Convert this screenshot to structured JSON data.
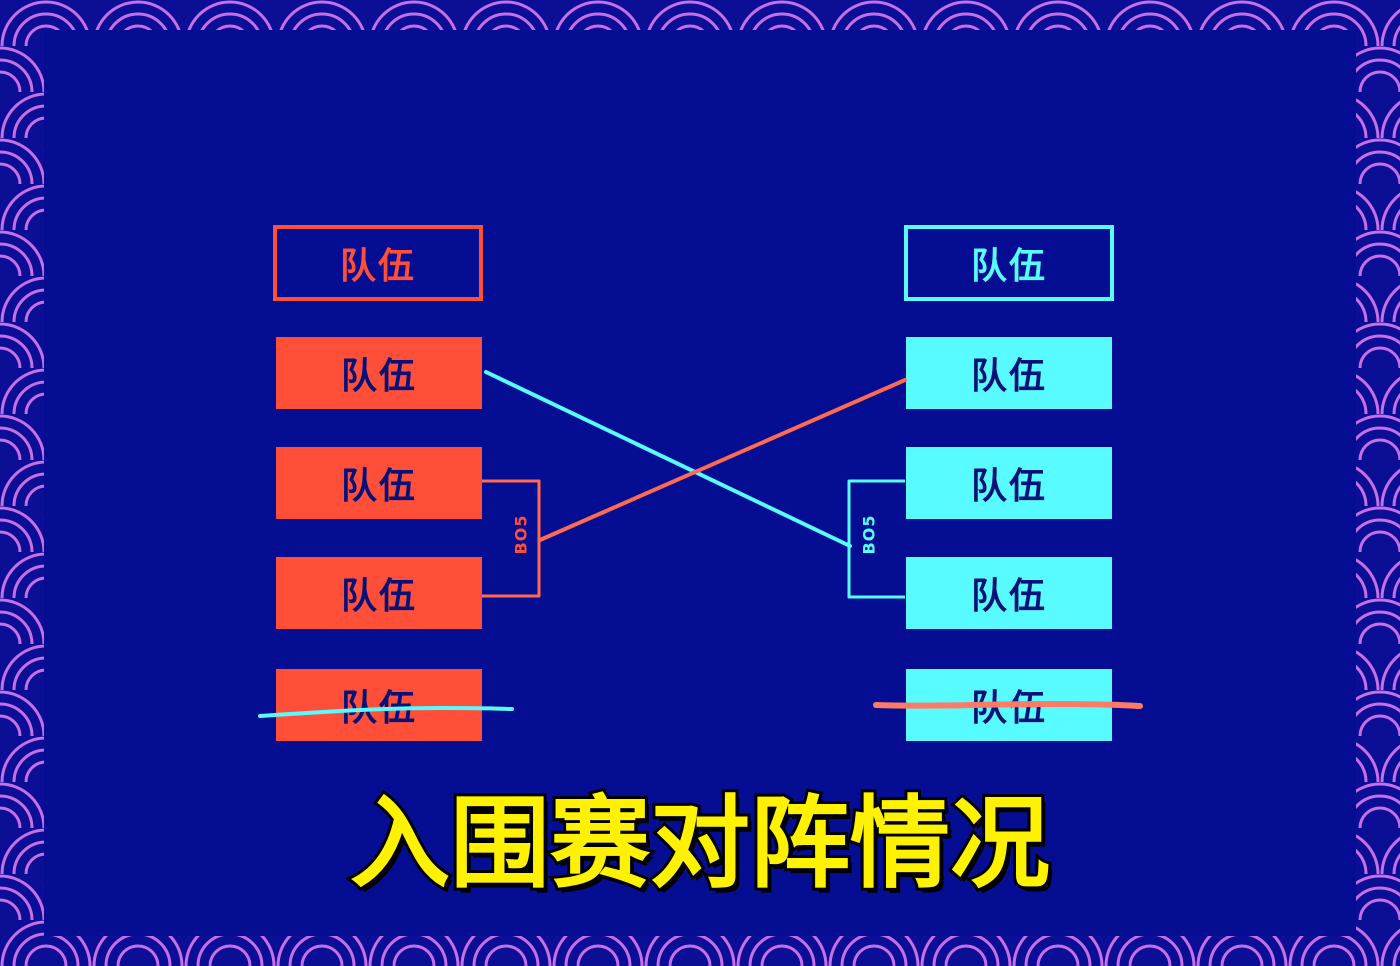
{
  "title": "入围赛对阵情况",
  "colors": {
    "background": "#0a0f96",
    "panel": "#050e93",
    "pattern": "#c86ee6",
    "red": "#ff4f38",
    "cyan": "#58fbff",
    "title": "#fff200",
    "team_text": "#07117a"
  },
  "left_bracket": {
    "header": "队伍",
    "teams": [
      "队伍",
      "队伍",
      "队伍",
      "队伍"
    ],
    "series_label": "BO5"
  },
  "right_bracket": {
    "header": "队伍",
    "teams": [
      "队伍",
      "队伍",
      "队伍",
      "队伍"
    ],
    "series_label": "BO5"
  }
}
